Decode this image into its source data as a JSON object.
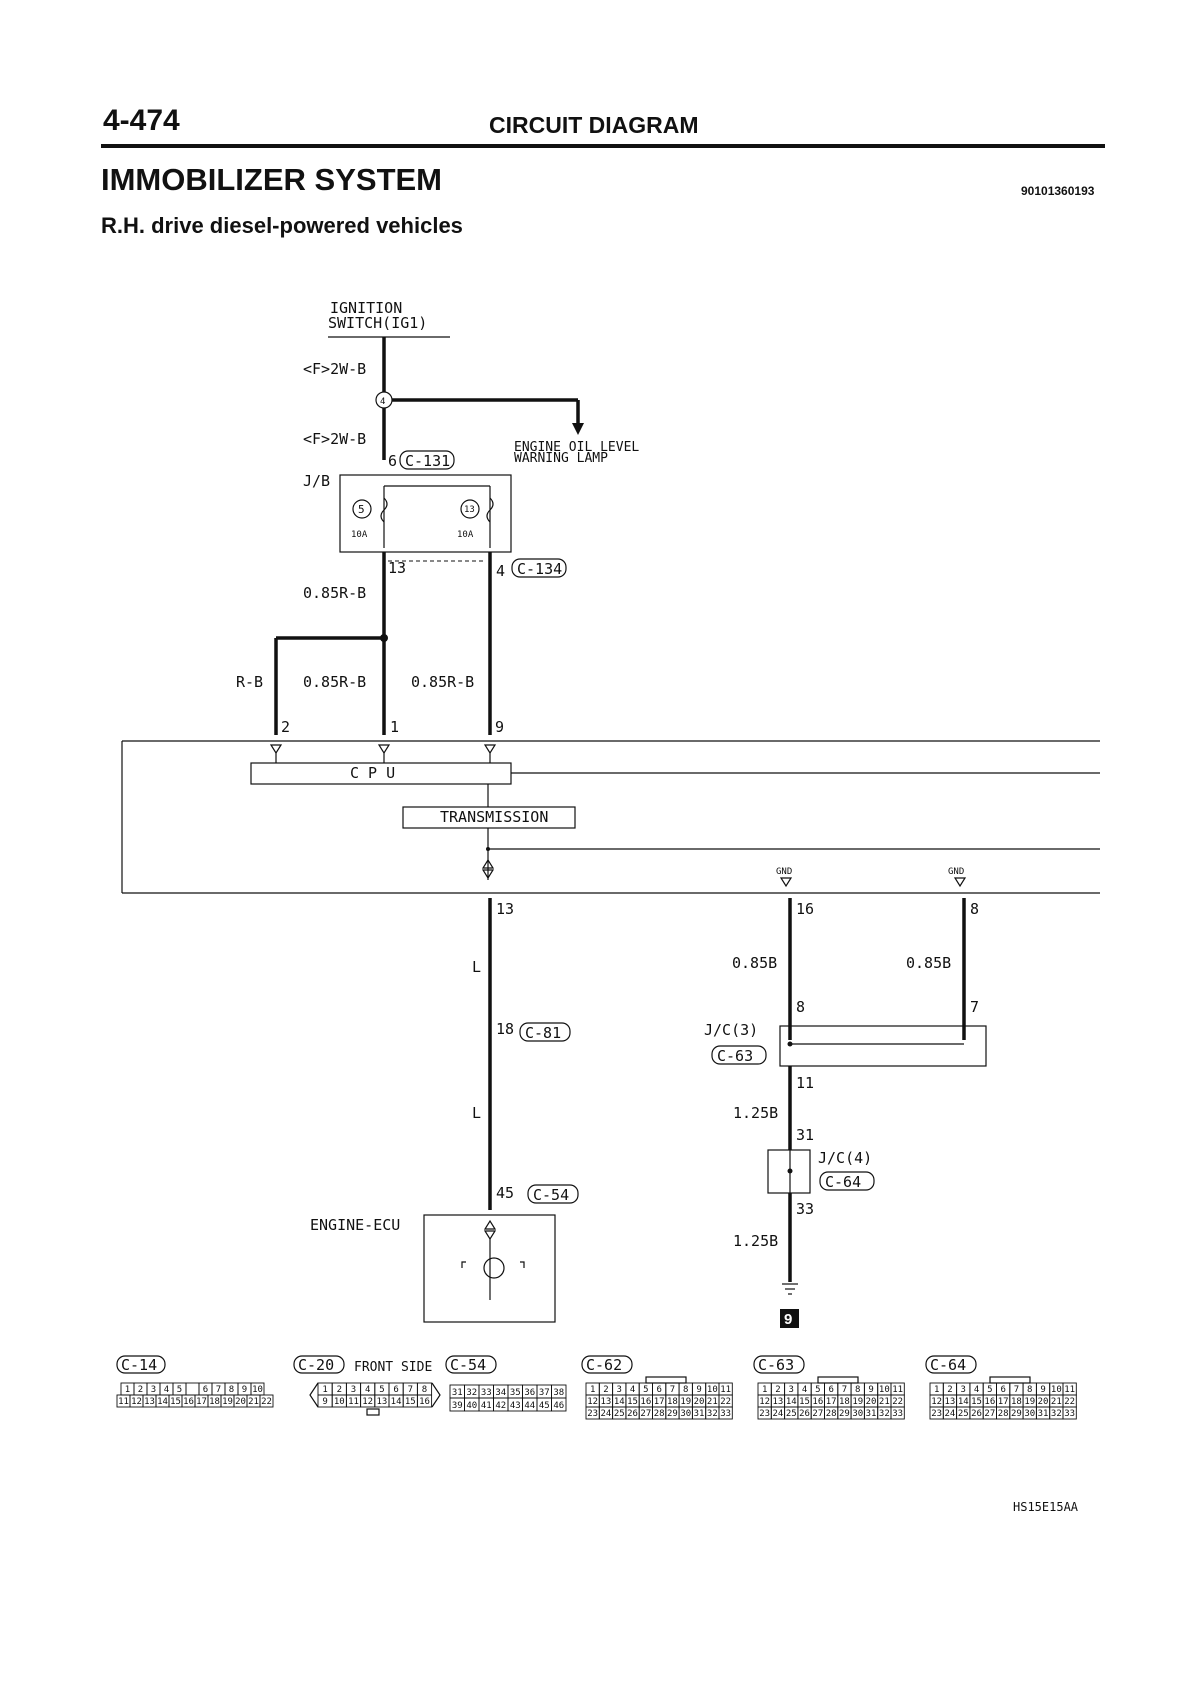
{
  "header": {
    "page_number": "4-474",
    "section": "CIRCUIT DIAGRAM",
    "title": "IMMOBILIZER SYSTEM",
    "subtitle": "R.H. drive diesel-powered vehicles",
    "doc_number": "90101360193",
    "figure_id": "HS15E15AA"
  },
  "diagram": {
    "ignition_switch": [
      "IGNITION",
      "SWITCH(IG1)"
    ],
    "wire_f_2wb_top": "<F>2W-B",
    "wire_f_2wb_mid": "<F>2W-B",
    "splice_4": "4",
    "engine_oil_lamp": [
      "ENGINE OIL LEVEL",
      "WARNING LAMP"
    ],
    "jb_pin_6": "6",
    "conn_c131": "C-131",
    "jb_label": "J/B",
    "fuse_5": "5",
    "fuse_13": "13",
    "fuse_5_rating": "10A",
    "fuse_13_rating": "10A",
    "jb_pin_13": "13",
    "jb_pin_4": "4",
    "conn_c134": "C-134",
    "wire_085rb_a": "0.85R-B",
    "wire_rb": "R-B",
    "wire_085rb_b": "0.85R-B",
    "wire_085rb_c": "0.85R-B",
    "pin_2": "2",
    "pin_1": "1",
    "pin_9": "9",
    "cpu_label": "C P U",
    "transmission_label": "TRANSMISSION",
    "gnd_a": "GND",
    "gnd_b": "GND",
    "pin_13_out": "13",
    "pin_16": "16",
    "pin_8": "8",
    "wire_l_a": "L",
    "wire_l_b": "L",
    "pin_18": "18",
    "conn_c81": "C-81",
    "wire_085b_a": "0.85B",
    "wire_085b_b": "0.85B",
    "jc3_pin_8": "8",
    "jc3_pin_7": "7",
    "jc3_label": "J/C(3)",
    "conn_c63": "C-63",
    "jc3_pin_11": "11",
    "wire_125b_a": "1.25B",
    "jc4_pin_31": "31",
    "jc4_label": "J/C(4)",
    "conn_c64": "C-64",
    "jc4_pin_33": "33",
    "wire_125b_b": "1.25B",
    "ecu_pin_45": "45",
    "conn_c54": "C-54",
    "engine_ecu": "ENGINE-ECU",
    "ground_ref": "9"
  },
  "connectors": {
    "c14_label": "C-14",
    "c14_rows": [
      [
        "1",
        "2",
        "3",
        "4",
        "5",
        "",
        "6",
        "7",
        "8",
        "9",
        "10"
      ],
      [
        "11",
        "12",
        "13",
        "14",
        "15",
        "16",
        "17",
        "18",
        "19",
        "20",
        "21",
        "22"
      ]
    ],
    "c20_label": "C-20",
    "front_side": "FRONT SIDE",
    "c20_rows": [
      [
        "1",
        "2",
        "3",
        "4",
        "5",
        "6",
        "7",
        "8"
      ],
      [
        "9",
        "10",
        "11",
        "12",
        "13",
        "14",
        "15",
        "16"
      ]
    ],
    "c54_label": "C-54",
    "c54_rows": [
      [
        "31",
        "32",
        "33",
        "34",
        "35",
        "36",
        "37",
        "38"
      ],
      [
        "39",
        "40",
        "41",
        "42",
        "43",
        "44",
        "45",
        "46"
      ]
    ],
    "c62_label": "C-62",
    "c63_label": "C-63",
    "c64_label": "C-64",
    "c6x_rows": [
      [
        "1",
        "2",
        "3",
        "4",
        "5",
        "6",
        "7",
        "8",
        "9",
        "10",
        "11"
      ],
      [
        "12",
        "13",
        "14",
        "15",
        "16",
        "17",
        "18",
        "19",
        "20",
        "21",
        "22"
      ],
      [
        "23",
        "24",
        "25",
        "26",
        "27",
        "28",
        "29",
        "30",
        "31",
        "32",
        "33"
      ]
    ]
  }
}
